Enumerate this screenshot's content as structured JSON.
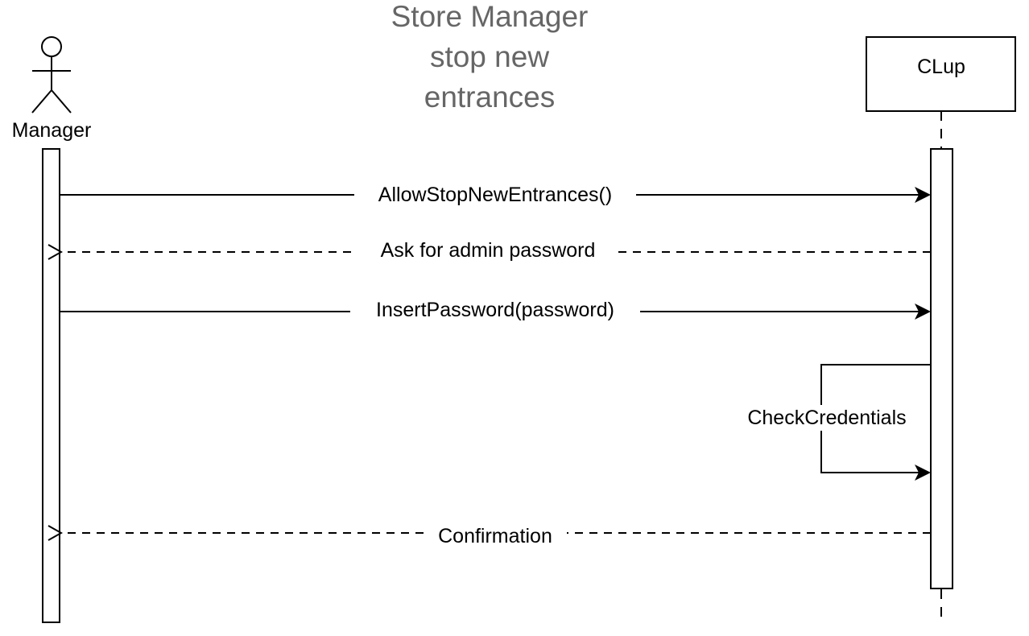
{
  "diagram": {
    "title": [
      "Store Manager",
      "stop new",
      "entrances"
    ],
    "colors": {
      "title": "#666666",
      "line": "#000000",
      "background": "#ffffff"
    },
    "participants": {
      "actor": {
        "name": "Manager",
        "icon": "stick-figure-actor-icon"
      },
      "system": {
        "name": "CLup"
      }
    },
    "messages": [
      {
        "label": "AllowStopNewEntrances()",
        "from": "Manager",
        "to": "CLup",
        "style": "solid"
      },
      {
        "label": "Ask for admin password",
        "from": "CLup",
        "to": "Manager",
        "style": "dashed"
      },
      {
        "label": "InsertPassword(password)",
        "from": "Manager",
        "to": "CLup",
        "style": "solid"
      },
      {
        "label": "CheckCredentials",
        "from": "CLup",
        "to": "CLup",
        "style": "solid"
      },
      {
        "label": "Confirmation",
        "from": "CLup",
        "to": "Manager",
        "style": "dashed"
      }
    ]
  }
}
